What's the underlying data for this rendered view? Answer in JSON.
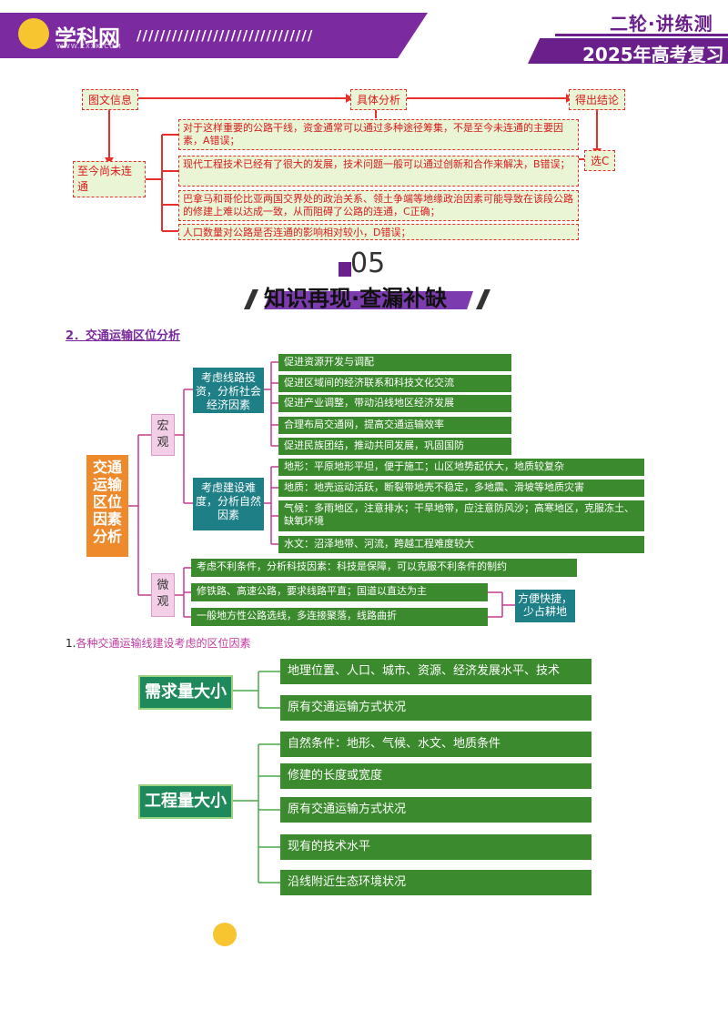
{
  "header": {
    "logo_text": "学科网",
    "logo_sub": "WWW.ZXXK.COM",
    "stripes": "//////////////////////////////",
    "series_title": "二轮·讲练测",
    "year_title": "2025年高考复习"
  },
  "analysis": {
    "col_tags": [
      "图文信息",
      "具体分析",
      "得出结论"
    ],
    "left_box": "至今尚未连通",
    "items": [
      "对于这样重要的公路干线，资金通常可以通过多种途径筹集，不是至今未连通的主要因素，A错误；",
      "现代工程技术已经有了很大的发展，技术问题一般可以通过创新和合作来解决，B错误；",
      "巴拿马和哥伦比亚两国交界处的政治关系、领土争端等地缘政治因素可能导致在该段公路的修建上难以达成一致，从而阻碍了公路的连通，C正确；",
      "人口数量对公路是否连通的影响相对较小，D错误；"
    ],
    "conclusion": "选C"
  },
  "section": {
    "number": "05",
    "title": "知识再现·查漏补缺"
  },
  "sub_heading": "2．交通运输区位分析",
  "mindmap": {
    "root": "交通运输区位因素分析",
    "macro": {
      "label": "宏观",
      "groups": [
        {
          "label": "考虑线路投资，分析社会经济因素",
          "items": [
            "促进资源开发与调配",
            "促进区域间的经济联系和科技文化交流",
            "促进产业调整，带动沿线地区经济发展",
            "合理布局交通网，提高交通运输效率",
            "促进民族团结，推动共同发展，巩固国防"
          ]
        },
        {
          "label": "考虑建设难度，分析自然因素",
          "items": [
            "地形：平原地形平坦，便于施工；山区地势起伏大，地质较复杂",
            "地质：地壳运动活跃，断裂带地壳不稳定，多地震、滑坡等地质灾害",
            "气候：多雨地区，注意排水；干旱地带，应注意防风沙；高寒地区，克服冻土、缺氧环境",
            "水文：沼泽地带、河流，跨越工程难度较大"
          ]
        }
      ]
    },
    "micro": {
      "label": "微观",
      "items": [
        "考虑不利条件，分析科技因素：科技是保障，可以克服不利条件的制约",
        "修铁路、高速公路，要求线路平直；国道以直达为主",
        "一般地方性公路选线，多连接聚落，线路曲折"
      ],
      "note": "方便快捷，少占耕地"
    }
  },
  "list_title_num": "1.",
  "list_title": "各种交通运输线建设考虑的区位因素",
  "factors": [
    {
      "label": "需求量大小",
      "items": [
        "地理位置、人口、城市、资源、经济发展水平、技术",
        "原有交通运输方式状况"
      ]
    },
    {
      "label": "工程量大小",
      "items": [
        "自然条件：地形、气候、水文、地质条件",
        "修建的长度或宽度",
        "原有交通运输方式状况",
        "现有的技术水平",
        "沿线附近生态环境状况"
      ]
    }
  ]
}
